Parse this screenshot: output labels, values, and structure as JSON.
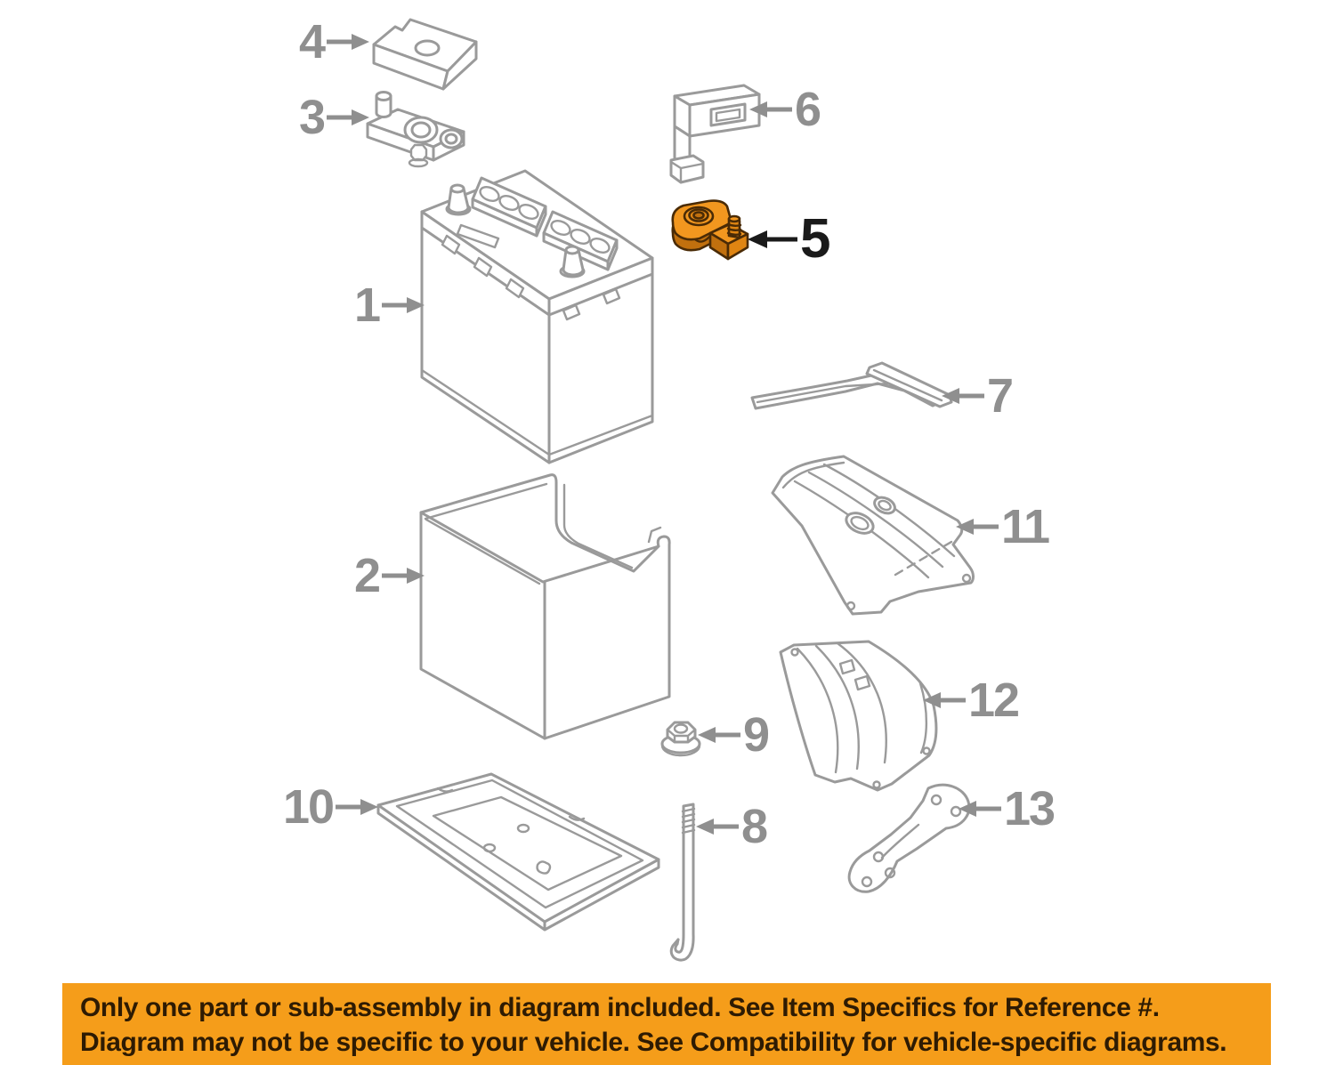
{
  "diagram": {
    "parts": {
      "p1": {
        "label": "1",
        "highlighted": false
      },
      "p2": {
        "label": "2",
        "highlighted": false
      },
      "p3": {
        "label": "3",
        "highlighted": false
      },
      "p4": {
        "label": "4",
        "highlighted": false
      },
      "p5": {
        "label": "5",
        "highlighted": true
      },
      "p6": {
        "label": "6",
        "highlighted": false
      },
      "p7": {
        "label": "7",
        "highlighted": false
      },
      "p8": {
        "label": "8",
        "highlighted": false
      },
      "p9": {
        "label": "9",
        "highlighted": false
      },
      "p10": {
        "label": "10",
        "highlighted": false
      },
      "p11": {
        "label": "11",
        "highlighted": false
      },
      "p12": {
        "label": "12",
        "highlighted": false
      },
      "p13": {
        "label": "13",
        "highlighted": false
      }
    },
    "line_color": "#9a9a9a",
    "label_color": "#8f8f8f",
    "highlight_label_color": "#1a1a1a",
    "highlight_fill": "#F2971F"
  },
  "banner": {
    "line1": "Only one part or sub-assembly in diagram included. See Item Specifics for Reference #.",
    "line2": "Diagram may not be specific to your vehicle. See Compatibility for vehicle-specific diagrams.",
    "background": "#F59D1A",
    "text_color": "#2E1B03"
  }
}
